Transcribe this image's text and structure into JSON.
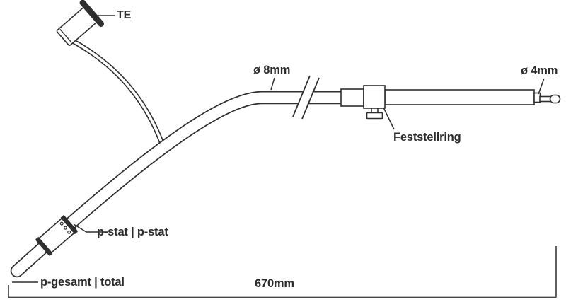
{
  "labels": {
    "te": "TE",
    "tube_diameter": "ø 8mm",
    "tip_diameter": "ø 4mm",
    "locking_ring": "Feststellring",
    "static_pressure": "p-stat | p-stat",
    "total_pressure": "p-gesamt | total",
    "total_length": "670mm"
  },
  "colors": {
    "line": "#2e2e2e",
    "text": "#2b2b2b",
    "background": "#ffffff"
  }
}
